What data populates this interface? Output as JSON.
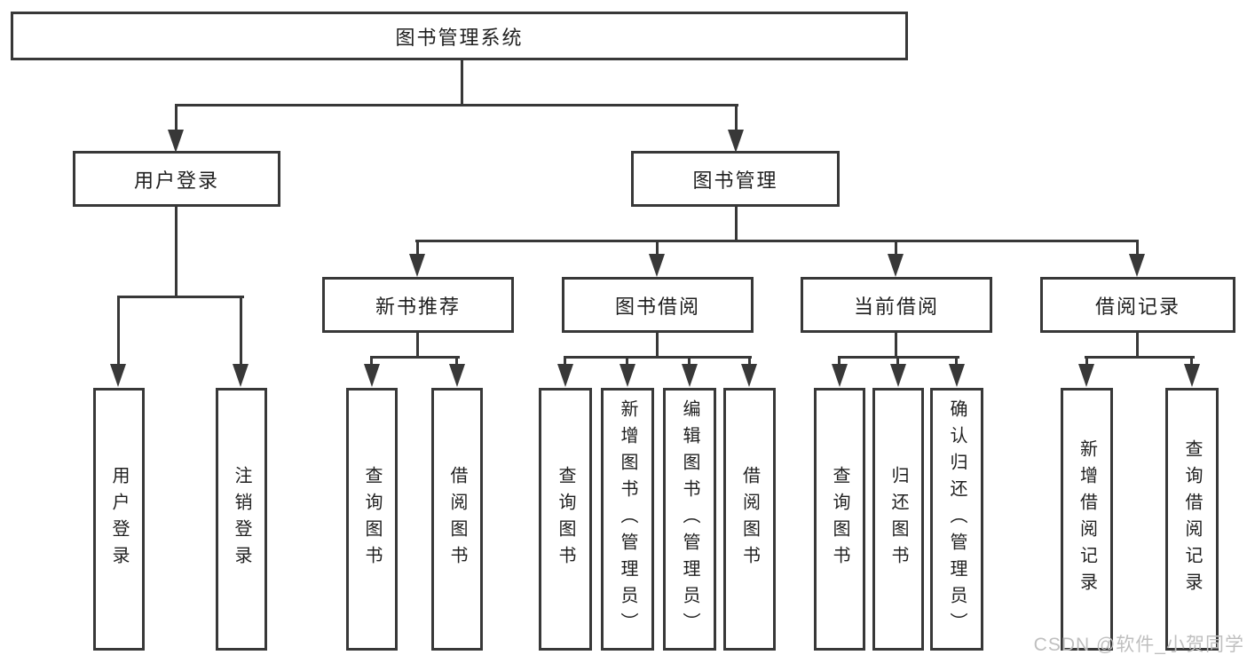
{
  "diagram": {
    "root_label": "图书管理系统",
    "user_login": {
      "label": "用户登录",
      "children": [
        "用户登录",
        "注销登录"
      ]
    },
    "book_management": {
      "label": "图书管理",
      "sections": [
        {
          "label": "新书推荐",
          "children": [
            "查询图书",
            "借阅图书"
          ]
        },
        {
          "label": "图书借阅",
          "children": [
            "查询图书",
            "新增图书（管理员）",
            "编辑图书（管理员）",
            "借阅图书"
          ]
        },
        {
          "label": "当前借阅",
          "children": [
            "查询图书",
            "归还图书",
            "确认归还（管理员）"
          ]
        },
        {
          "label": "借阅记录",
          "children": [
            "新增借阅记录",
            "查询借阅记录"
          ]
        }
      ]
    }
  },
  "watermark": "CSDN @软件_小贺同学",
  "colors": {
    "line": "#383838",
    "text": "#1f1f1f",
    "watermark": "#bfbfbf",
    "background": "#ffffff"
  }
}
